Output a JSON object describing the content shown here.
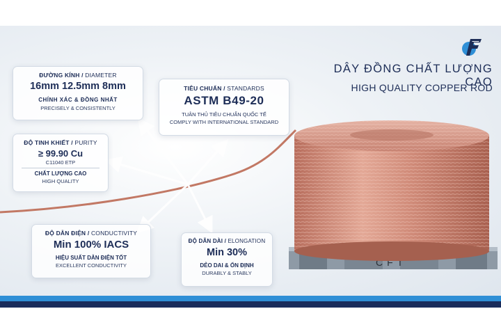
{
  "brand": {
    "title_vn": "DÂY ĐỒNG CHẤT LƯỢNG CAO",
    "title_en": "HIGH QUALITY COPPER ROD",
    "pallet_text": "CFT",
    "colors": {
      "navy": "#1d2d57",
      "accent_blue": "#2f8fd6",
      "copper": "#c98270"
    }
  },
  "diameter": {
    "label_vn": "ĐƯỜNG KÍNH /",
    "label_en": " DIAMETER",
    "values": "16mm  12.5mm   8mm",
    "desc_vn": "CHÍNH XÁC & ĐỒNG NHẤT",
    "desc_en": "PRECISELY & CONSISTENTLY"
  },
  "standards": {
    "label_vn": "TIÊU CHUẨN /",
    "label_en": " STANDARDS",
    "value": "ASTM B49-20",
    "desc_vn": "TUÂN THỦ TIÊU CHUẨN QUỐC TẾ",
    "desc_en": "COMPLY WITH INTERNATIONAL STANDARD"
  },
  "purity": {
    "label_vn": "ĐỘ TINH KHIẾT /",
    "label_en": " PURITY",
    "value": "≥ 99.90 Cu",
    "grade": "C11040 ETP",
    "desc_vn": "CHẤT LƯỢNG CAO",
    "desc_en": "HIGH QUALITY"
  },
  "conductivity": {
    "label_vn": "ĐỘ DẪN ĐIỆN /",
    "label_en": " CONDUCTIVITY",
    "value": "Min 100% IACS",
    "desc_vn": "HIỆU SUẤT DẪN ĐIỆN TỐT",
    "desc_en": "EXCELLENT CONDUCTIVITY"
  },
  "elongation": {
    "label_vn": "ĐỘ DÃN DÀI /",
    "label_en": " ELONGATION",
    "value": "Min 30%",
    "desc_vn": "DẺO DAI & ỔN ĐỊNH",
    "desc_en": "DURABLY & STABLY"
  }
}
